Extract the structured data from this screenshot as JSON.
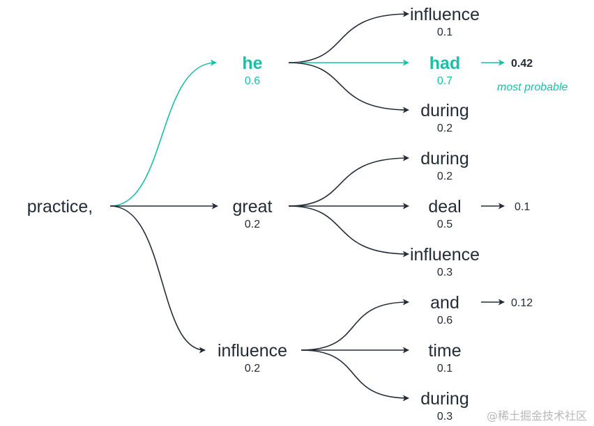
{
  "colors": {
    "default": "#222b36",
    "highlight": "#1bbfa6",
    "watermark": "#b8b8b8"
  },
  "nodes": {
    "root": {
      "word": "practice,"
    },
    "he": {
      "word": "he",
      "prob": "0.6"
    },
    "great": {
      "word": "great",
      "prob": "0.2"
    },
    "influence": {
      "word": "influence",
      "prob": "0.2"
    },
    "he_influence": {
      "word": "influence",
      "prob": "0.1"
    },
    "he_had": {
      "word": "had",
      "prob": "0.7"
    },
    "he_during": {
      "word": "during",
      "prob": "0.2"
    },
    "great_during": {
      "word": "during",
      "prob": "0.2"
    },
    "great_deal": {
      "word": "deal",
      "prob": "0.5"
    },
    "great_influence": {
      "word": "influence",
      "prob": "0.3"
    },
    "inf_and": {
      "word": "and",
      "prob": "0.6"
    },
    "inf_time": {
      "word": "time",
      "prob": "0.1"
    },
    "inf_during": {
      "word": "during",
      "prob": "0.3"
    }
  },
  "results": {
    "had": {
      "value": "0.42",
      "note": "most probable"
    },
    "deal": {
      "value": "0.1"
    },
    "and": {
      "value": "0.12"
    }
  },
  "watermark": "@稀土掘金技术社区"
}
